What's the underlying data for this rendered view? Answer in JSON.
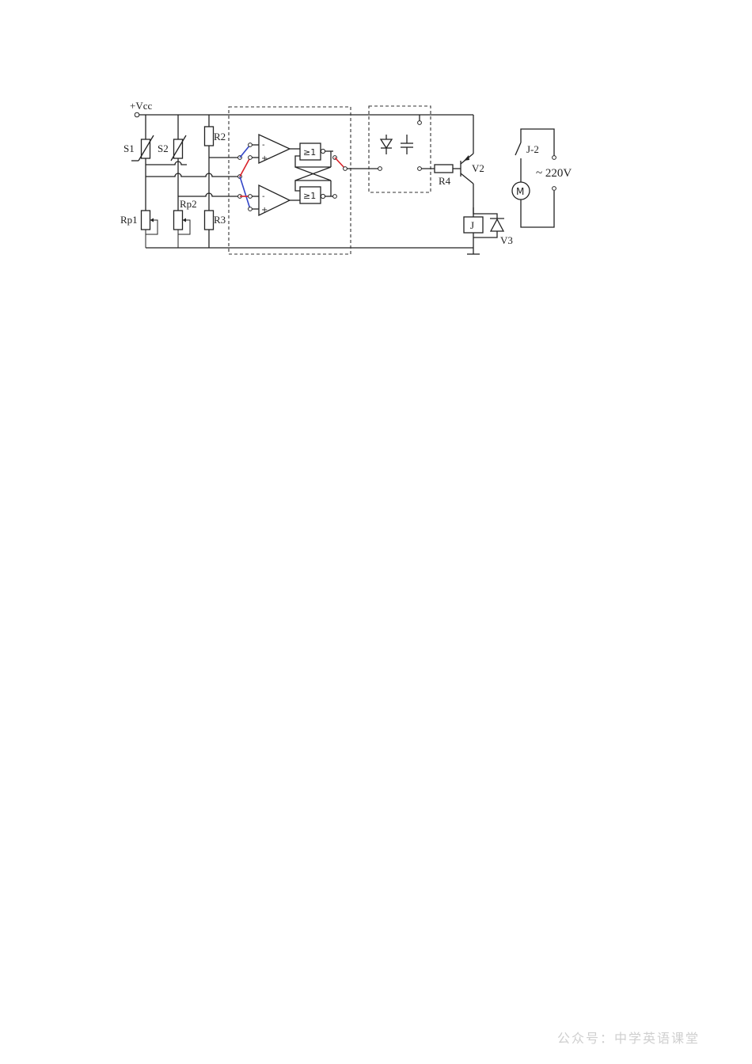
{
  "diagram": {
    "supply_label": "+Vcc",
    "sensors": [
      "S1",
      "S2"
    ],
    "potentiometers": [
      "Rp1",
      "Rp2"
    ],
    "resistors": [
      "R2",
      "R3",
      "R4"
    ],
    "comparator_signs": {
      "minus": "-",
      "plus": "+"
    },
    "gate_symbol": "≥1",
    "transistor": "V2",
    "relay_coil": "J",
    "diode": "V3",
    "relay_contact": "J-2",
    "motor": "M",
    "ac_supply": "~ 220V"
  },
  "colors": {
    "red_wire": "#d9222a",
    "blue_wire": "#3346c8",
    "line": "#222222",
    "watermark": "#cfcfcf"
  },
  "watermark": "公众号：中学英语课堂"
}
